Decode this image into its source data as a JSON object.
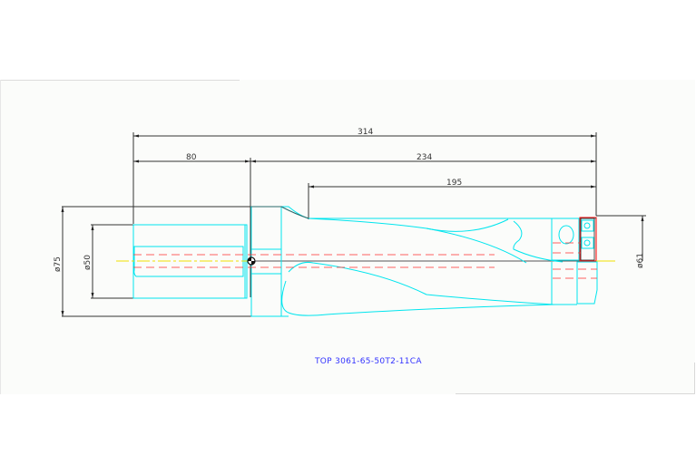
{
  "drawing": {
    "part_number": "TOP 3061-65-50T2-11CA",
    "dimensions": {
      "overall_length": "314",
      "shank_length": "80",
      "body_length": "234",
      "flute_length": "195",
      "flange_diameter": "ø75",
      "shank_diameter": "ø50",
      "cutting_diameter": "ø61"
    },
    "colors": {
      "outline": "#00e5ee",
      "dimension": "#333333",
      "hidden_line": "#ff3333",
      "centerline": "#f0e000",
      "title_text": "#3333ff",
      "insert": "#ff0000"
    }
  }
}
